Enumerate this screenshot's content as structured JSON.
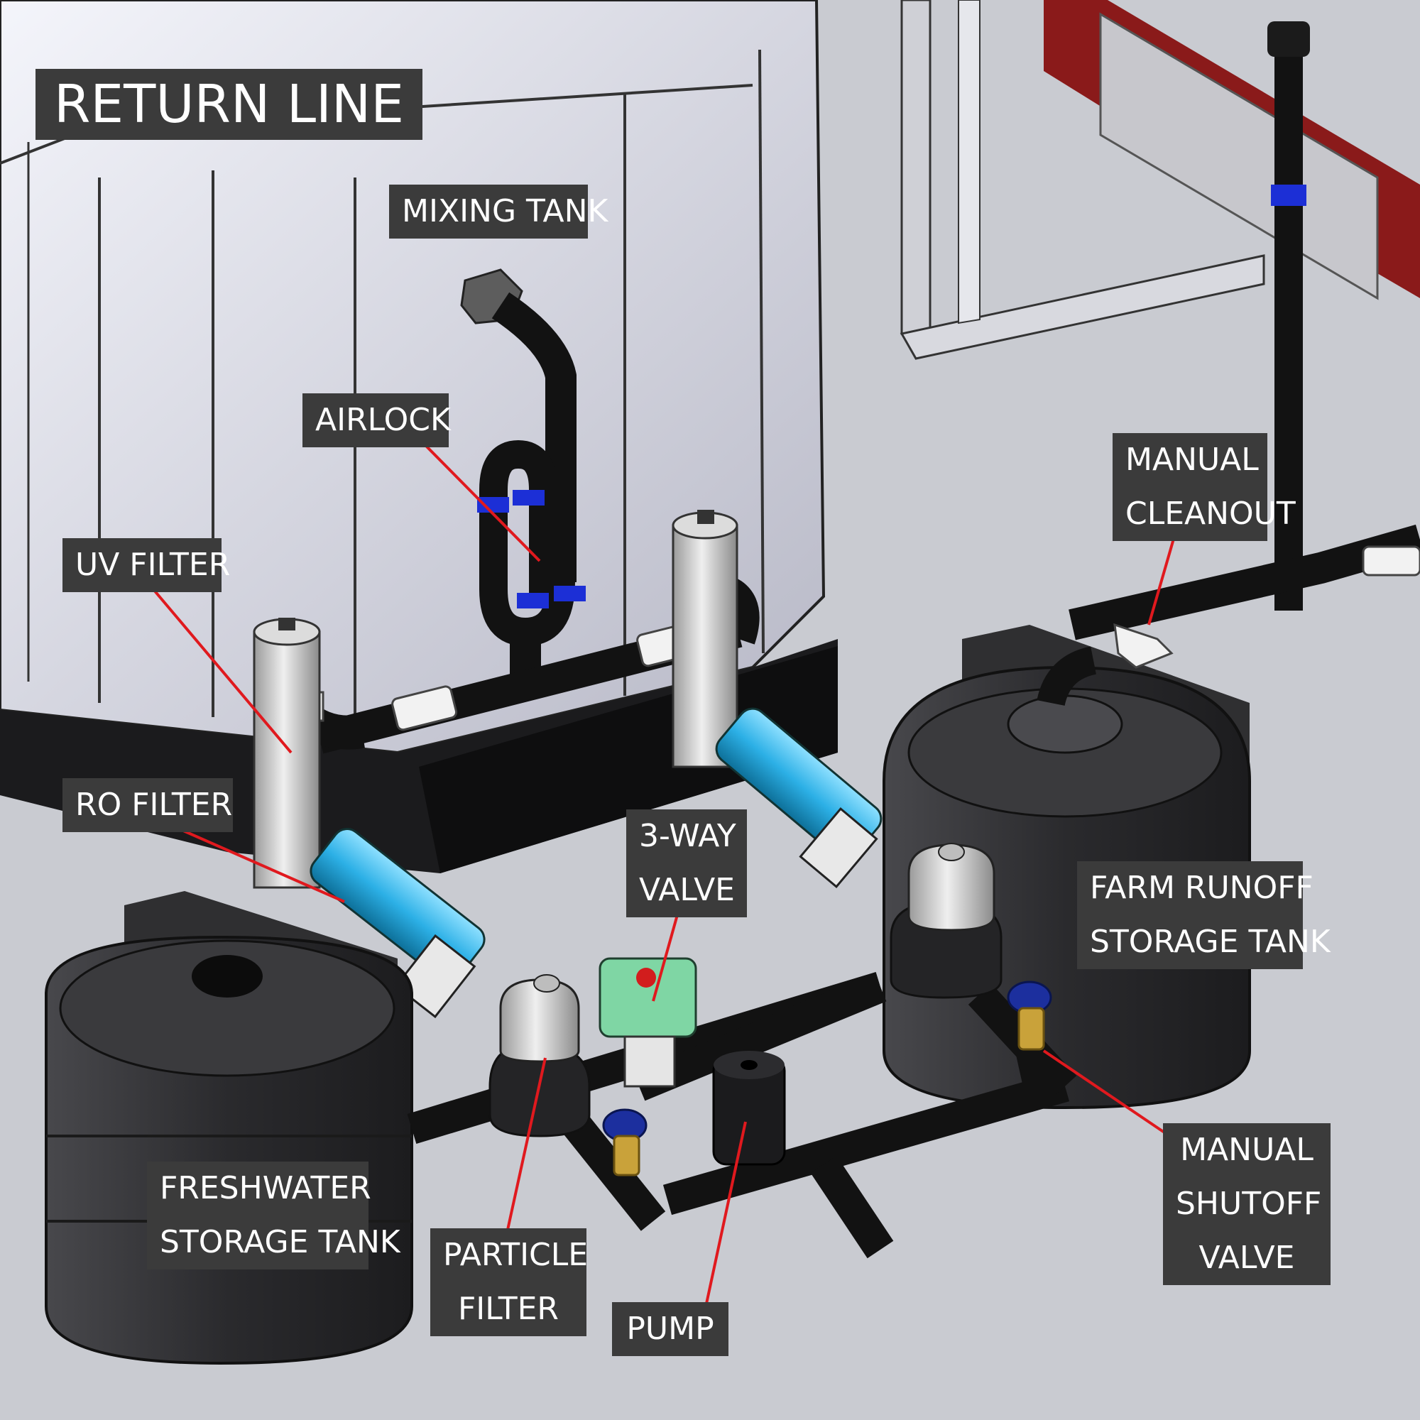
{
  "title": "RETURN LINE",
  "labels": {
    "mixing_tank": [
      "MIXING TANK"
    ],
    "airlock": [
      "AIRLOCK"
    ],
    "uv_filter": [
      "UV FILTER"
    ],
    "ro_filter": [
      "RO FILTER"
    ],
    "three_way_valve": [
      "3-WAY",
      "VALVE"
    ],
    "manual_cleanout": [
      "MANUAL",
      "CLEANOUT"
    ],
    "farm_runoff_storage_tank": [
      "FARM RUNOFF",
      "STORAGE TANK"
    ],
    "freshwater_storage_tank": [
      "FRESHWATER",
      "STORAGE TANK"
    ],
    "particle_filter": [
      "PARTICLE",
      "FILTER"
    ],
    "pump": [
      "PUMP"
    ],
    "manual_shutoff_valve": [
      "MANUAL",
      "SHUTOFF",
      "VALVE"
    ]
  },
  "colors": {
    "background": "#c9cbd1",
    "label_background": "#3b3b3b",
    "label_text": "#ffffff",
    "leader_line": "#e0191e",
    "tank_body": "#2b2b2e",
    "mixing_tank": "#d7d8e2",
    "pipe": "#121212",
    "ro_filter": "#35b4e6",
    "pipe_coupling": "#1c2fd6",
    "valve_handle": "#1c2f9e",
    "valve_body": "#c9a23a",
    "solenoid": "#7fd6a4",
    "frame": "#8a1a1a"
  }
}
